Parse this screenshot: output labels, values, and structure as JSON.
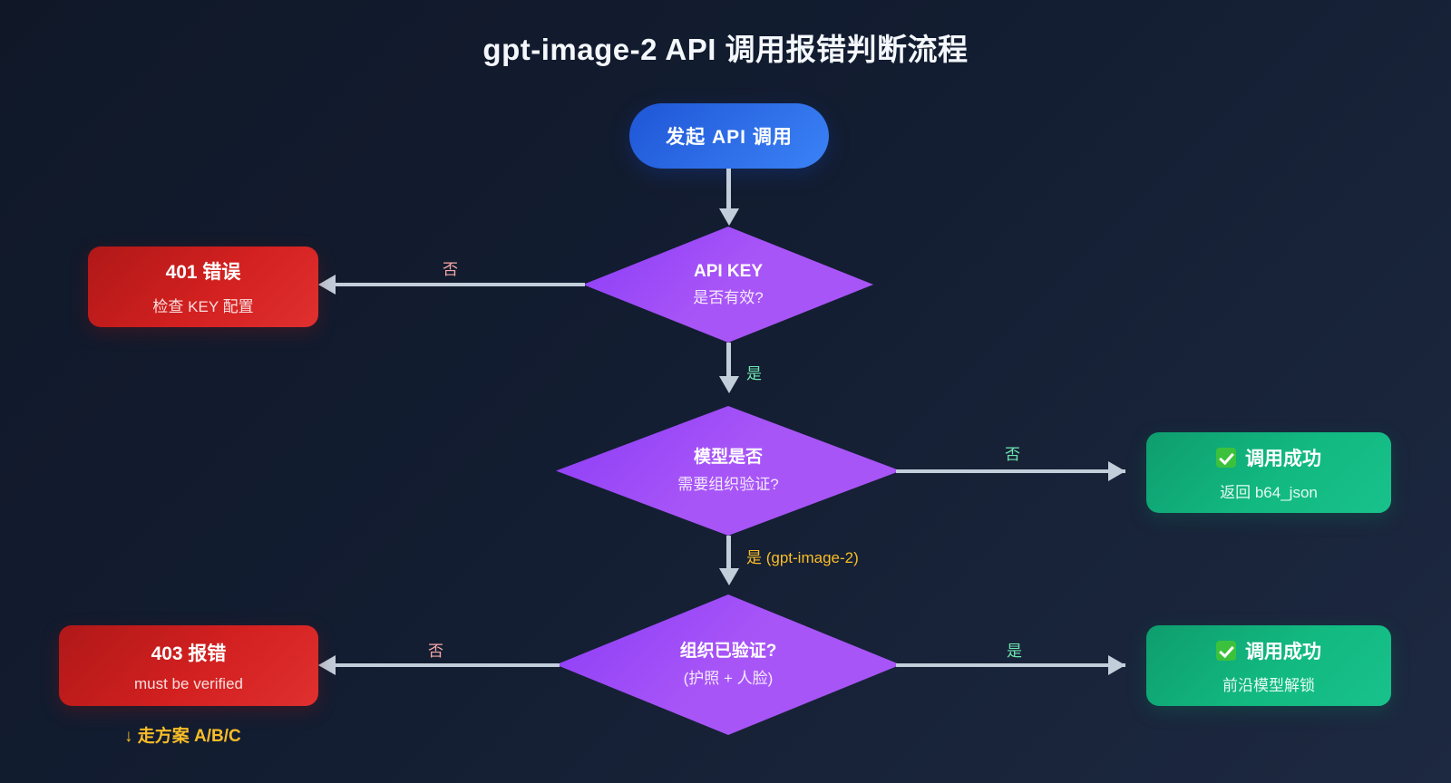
{
  "page": {
    "title": "gpt-image-2 API 调用报错判断流程",
    "background_color": "#101828",
    "accent_colors": {
      "start": "#3b82f6",
      "decision": "#a855f7",
      "error": "#d32020",
      "success": "#12b981",
      "connector": "#c3cedb",
      "label_no": "#f6a7a7",
      "label_yes": "#6ee7b0",
      "label_amber": "#f9bd27"
    }
  },
  "nodes": {
    "start": {
      "label": "发起 API 调用"
    },
    "decision_apikey": {
      "line1": "API KEY",
      "line2": "是否有效?"
    },
    "error_401": {
      "line1": "401 错误",
      "line2": "检查 KEY 配置"
    },
    "decision_org_required": {
      "line1": "模型是否",
      "line2": "需要组织验证?"
    },
    "success_b64": {
      "icon": "white-check-mark-icon",
      "line1": "调用成功",
      "line2": "返回 b64_json"
    },
    "decision_org_verified": {
      "line1": "组织已验证?",
      "line2": "(护照 + 人脸)"
    },
    "error_403": {
      "line1": "403 报错",
      "line2": "must be verified"
    },
    "success_frontier": {
      "icon": "white-check-mark-icon",
      "line1": "调用成功",
      "line2": "前沿模型解锁"
    }
  },
  "edges": {
    "apikey_no": "否",
    "apikey_yes": "是",
    "org_required_no": "否",
    "org_required_yes": "是 (gpt-image-2)",
    "org_verified_no": "否",
    "org_verified_yes": "是"
  },
  "notes": {
    "fallback_plan": "↓ 走方案 A/B/C"
  },
  "chart_data": {
    "type": "flowchart",
    "title": "gpt-image-2 API 调用报错判断流程",
    "nodes": [
      {
        "id": "start",
        "shape": "pill",
        "color": "#3b82f6",
        "text": "发起 API 调用"
      },
      {
        "id": "decision_apikey",
        "shape": "diamond",
        "color": "#a855f7",
        "text": "API KEY / 是否有效?"
      },
      {
        "id": "error_401",
        "shape": "rounded-rect",
        "color": "#d32020",
        "text": "401 错误 / 检查 KEY 配置"
      },
      {
        "id": "decision_org_required",
        "shape": "diamond",
        "color": "#a855f7",
        "text": "模型是否 / 需要组织验证?"
      },
      {
        "id": "success_b64",
        "shape": "rounded-rect",
        "color": "#12b981",
        "text": "✅ 调用成功 / 返回 b64_json"
      },
      {
        "id": "decision_org_verified",
        "shape": "diamond",
        "color": "#a855f7",
        "text": "组织已验证? / (护照 + 人脸)"
      },
      {
        "id": "error_403",
        "shape": "rounded-rect",
        "color": "#d32020",
        "text": "403 报错 / must be verified"
      },
      {
        "id": "success_frontier",
        "shape": "rounded-rect",
        "color": "#12b981",
        "text": "✅ 调用成功 / 前沿模型解锁"
      }
    ],
    "edges": [
      {
        "from": "start",
        "to": "decision_apikey",
        "label": ""
      },
      {
        "from": "decision_apikey",
        "to": "error_401",
        "label": "否"
      },
      {
        "from": "decision_apikey",
        "to": "decision_org_required",
        "label": "是"
      },
      {
        "from": "decision_org_required",
        "to": "success_b64",
        "label": "否"
      },
      {
        "from": "decision_org_required",
        "to": "decision_org_verified",
        "label": "是 (gpt-image-2)"
      },
      {
        "from": "decision_org_verified",
        "to": "error_403",
        "label": "否"
      },
      {
        "from": "decision_org_verified",
        "to": "success_frontier",
        "label": "是"
      }
    ],
    "annotations": [
      {
        "near": "error_403",
        "text": "↓ 走方案 A/B/C"
      }
    ]
  }
}
